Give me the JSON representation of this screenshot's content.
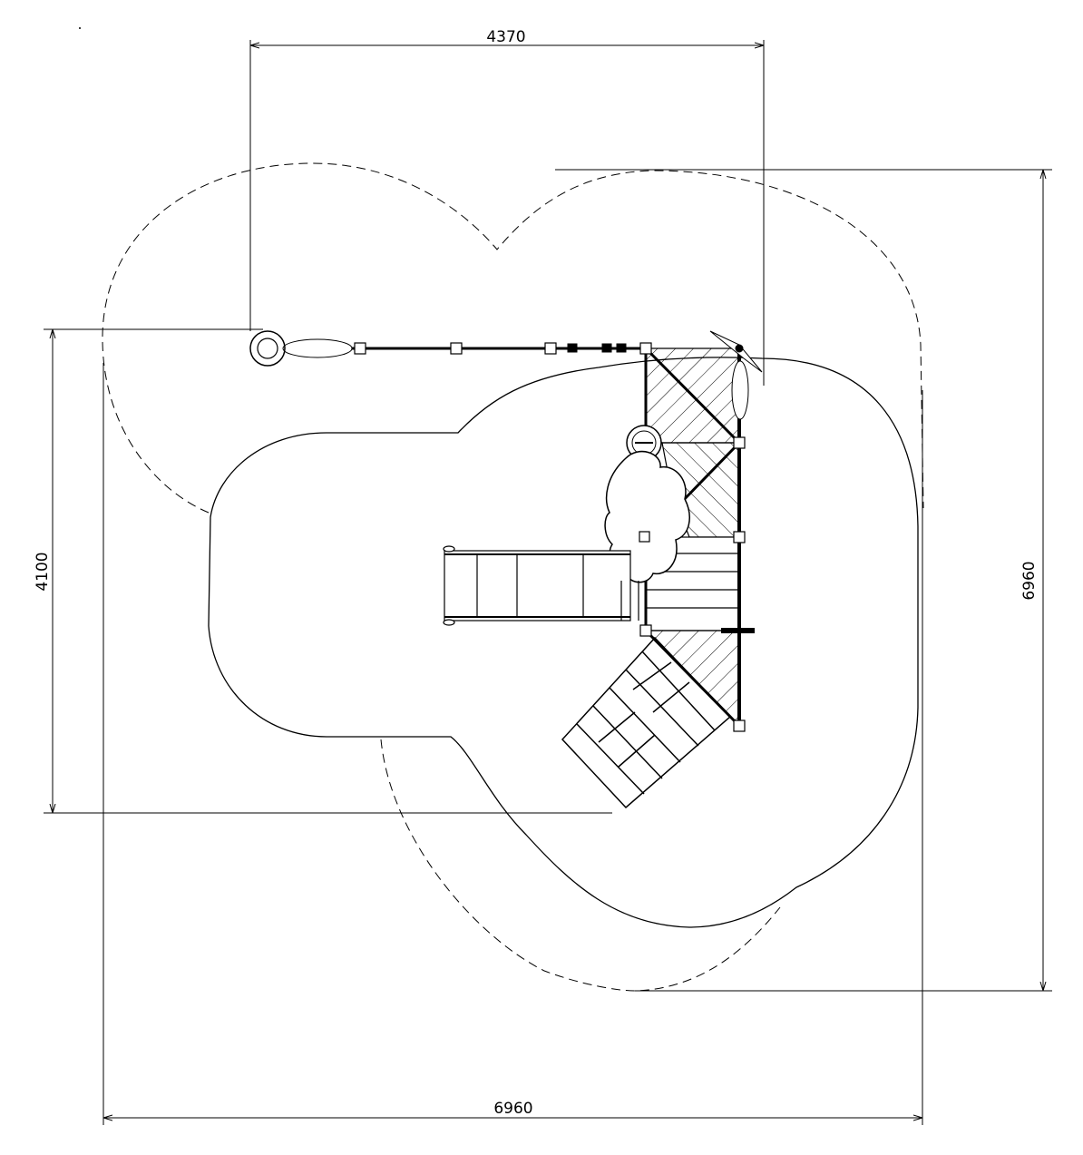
{
  "drawing": {
    "title": "Playground equipment plan view with safety zone",
    "dimensions": {
      "top_width": "4370",
      "left_height": "4100",
      "right_height": "6960",
      "bottom_width": "6960"
    },
    "colors": {
      "line": "#000000",
      "background": "#ffffff"
    }
  }
}
